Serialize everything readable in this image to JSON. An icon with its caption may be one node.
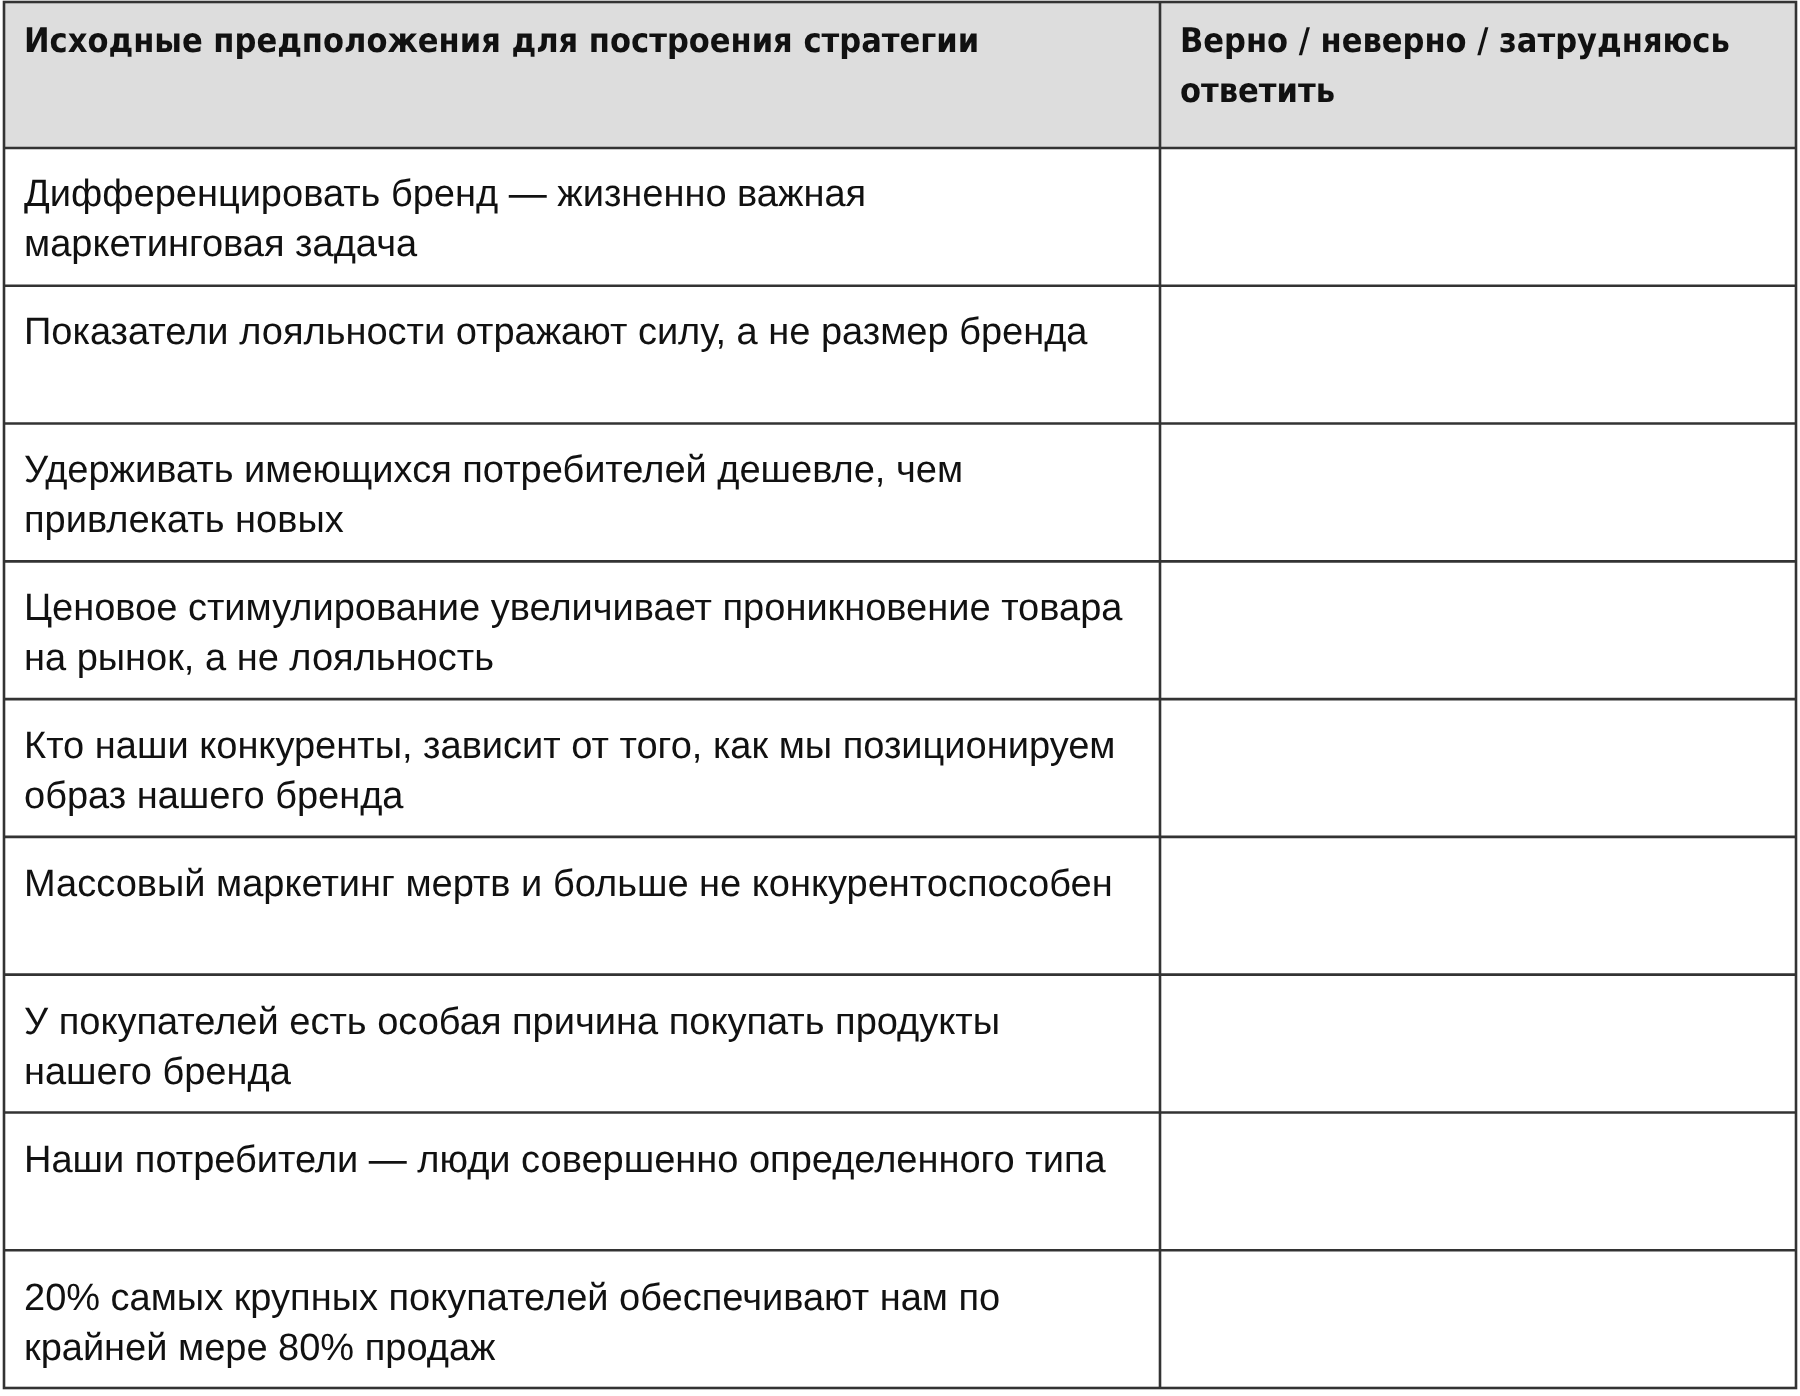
{
  "diagram": {
    "labels": [
      "Исходные предположения для построения стратегии",
      "Верно / неверно / затрудняюсь ответить",
      "Дифференцировать бренд — жизненно важная маркетинговая задача",
      "Показатели лояльности отражают силу, а не размер бренда",
      "Удерживать имеющихся потребителей дешевле, чем привлекать новых",
      "Ценовое стимулирование увеличивает проникновение товара на рынок, а не лояльность",
      "Кто наши конкуренты, зависит от того, как мы позиционируем образ нашего бренда",
      "Массовый маркетинг мертв и больше не конкурентоспособен",
      "У покупателей есть особая причина покупать продукты нашего бренда",
      "Наши потребители — люди совершенно определенного типа",
      "20% самых крупных покупателей обеспечивают нам по крайней мере 80% продаж"
    ]
  }
}
